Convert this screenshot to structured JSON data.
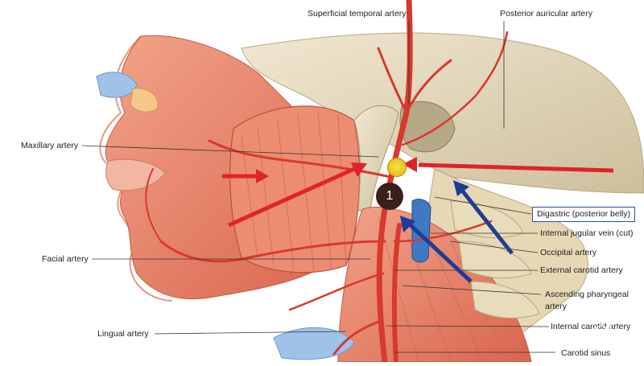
{
  "labels": {
    "superficial_temporal": "Superficial temporal artery",
    "posterior_auricular": "Posterior auricular artery",
    "maxillary": "Maxillary artery",
    "digastric": "Digastric (posterior belly)",
    "internal_jugular": "Internal jugular vein (cut)",
    "occipital": "Occipital artery",
    "external_carotid": "External carotid artery",
    "ascending_pharyngeal_1": "Ascending pharyngeal",
    "ascending_pharyngeal_2": "artery",
    "facial": "Facial artery",
    "lingual": "Lingual artery",
    "internal_carotid": "Internal carotid artery",
    "carotid_sinus": "Carotid sinus"
  },
  "marker": {
    "number": "1"
  },
  "watermark": "Dr.",
  "colors": {
    "red_arrow": "#e0232a",
    "blue_arrow": "#1f3c96",
    "muscle": "#e9836a",
    "muscle_dark": "#c95a44",
    "bone": "#e8dcc0",
    "artery": "#d8392e",
    "vein": "#3f79c4",
    "box_border": "#2b4fa0"
  }
}
